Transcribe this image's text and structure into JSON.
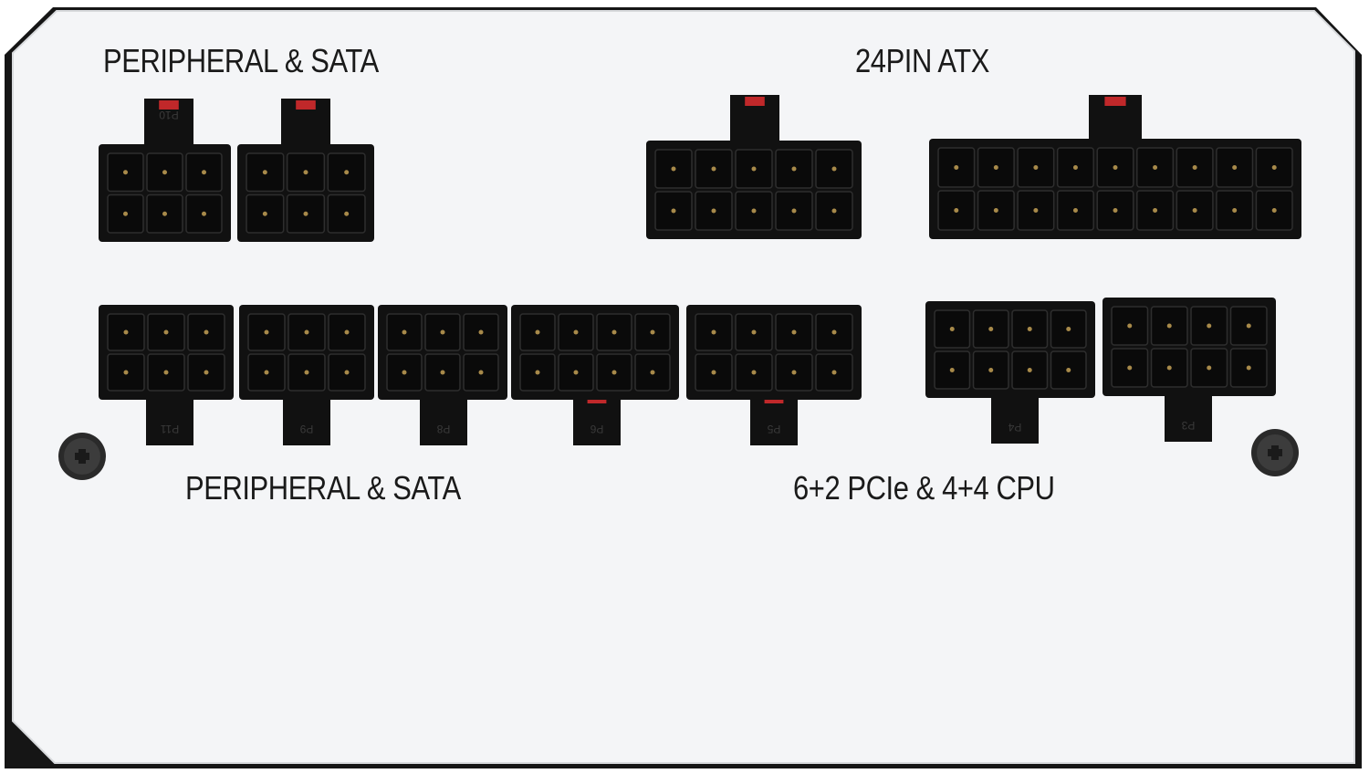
{
  "labels": {
    "top_left": "PERIPHERAL & SATA",
    "top_right": "24PIN ATX",
    "bottom_left": "PERIPHERAL & SATA",
    "bottom_right": "6+2 PCIe & 4+4 CPU"
  },
  "connector_ids": {
    "top_left_a": "P10",
    "bottom_a": "P11",
    "bottom_b": "P9",
    "bottom_c": "P8",
    "bottom_d": "P6",
    "bottom_e": "P5",
    "bottom_f": "P4",
    "bottom_g": "P3"
  },
  "colors": {
    "panel": "#f4f5f7",
    "connector": "#111111",
    "pin": "#a88a4a",
    "accent_red": "#c0282a"
  }
}
